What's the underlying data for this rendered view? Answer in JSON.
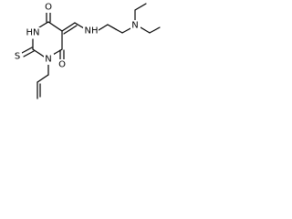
{
  "molecule": {
    "atoms": {
      "o_top": "O",
      "nh_ring": "HN",
      "nh_link": "NH",
      "n_amine": "N",
      "s": "S",
      "n_ring": "N",
      "o_bottom": "O"
    }
  }
}
